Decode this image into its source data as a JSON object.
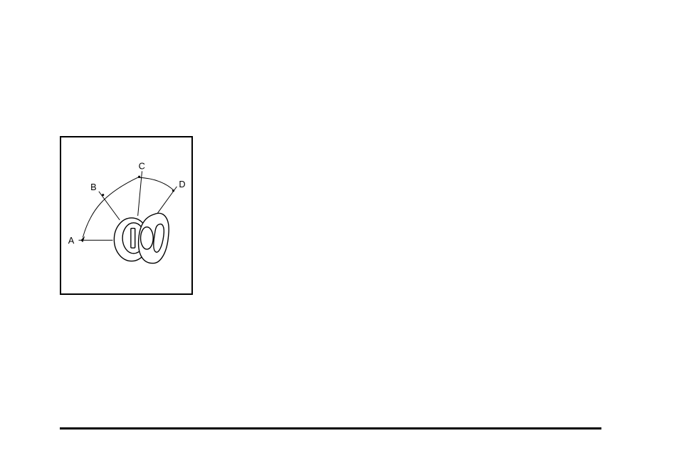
{
  "figure": {
    "callouts": {
      "a": "A",
      "b": "B",
      "c": "C",
      "d": "D"
    },
    "icon": "ignition-switch-with-key-icon",
    "stroke_color": "#000000"
  },
  "footer": {
    "rule_color": "#000000"
  }
}
